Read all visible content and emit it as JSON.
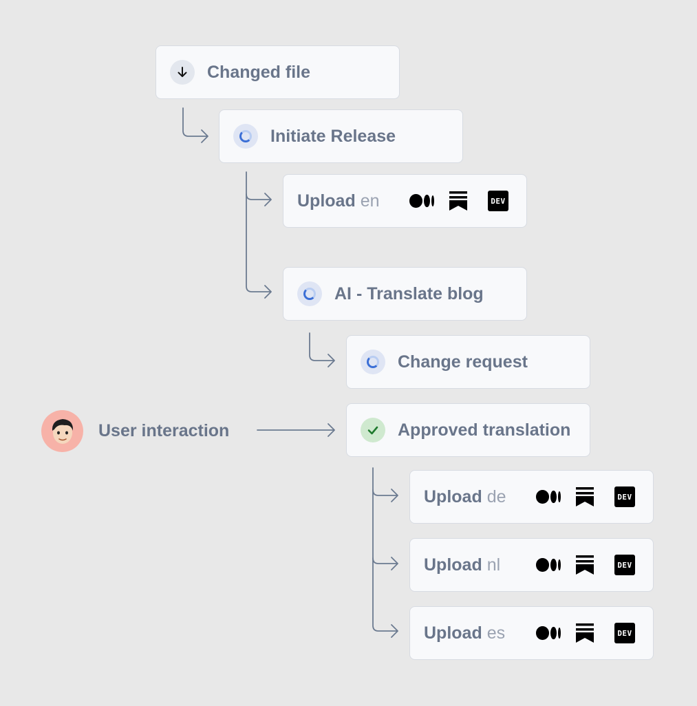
{
  "nodes": {
    "changed_file": "Changed file",
    "initiate_release": "Initiate Release",
    "upload_en": {
      "label": "Upload",
      "lang": "en"
    },
    "ai_translate": "AI - Translate blog",
    "change_request": "Change request",
    "approved_translation": "Approved translation",
    "upload_de": {
      "label": "Upload",
      "lang": "de"
    },
    "upload_nl": {
      "label": "Upload",
      "lang": "nl"
    },
    "upload_es": {
      "label": "Upload",
      "lang": "es"
    }
  },
  "user": {
    "label": "User interaction"
  },
  "platform_icons": [
    "medium-icon",
    "substack-icon",
    "dev-icon"
  ],
  "dev_badge": "DEV",
  "colors": {
    "connector": "#6b7a90",
    "spinner": "#3b6fd6",
    "check": "#2f9e44",
    "avatar_bg": "#f7b2a8"
  }
}
